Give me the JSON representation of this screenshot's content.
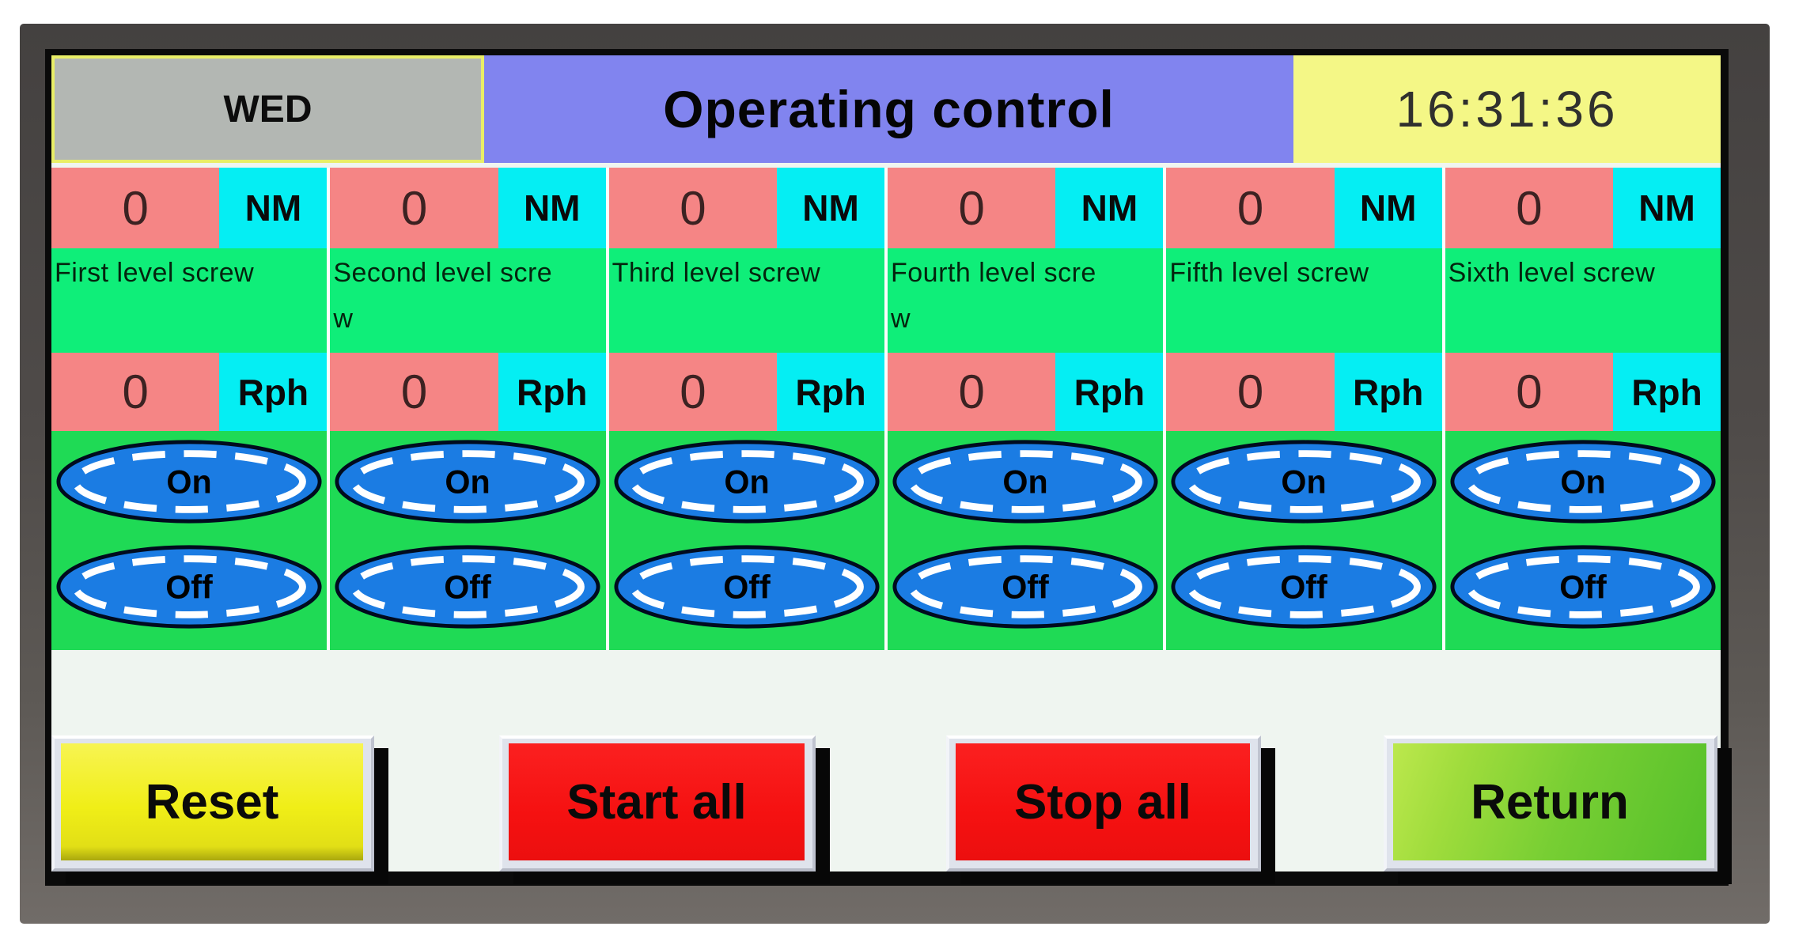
{
  "header": {
    "day": "WED",
    "title": "Operating control",
    "time": "16:31:36"
  },
  "columns": [
    {
      "label": "First level screw",
      "torque": "0",
      "torque_unit": "NM",
      "speed": "0",
      "speed_unit": "Rph",
      "on_label": "On",
      "off_label": "Off"
    },
    {
      "label": "Second level screw",
      "torque": "0",
      "torque_unit": "NM",
      "speed": "0",
      "speed_unit": "Rph",
      "on_label": "On",
      "off_label": "Off"
    },
    {
      "label": "Third level screw",
      "torque": "0",
      "torque_unit": "NM",
      "speed": "0",
      "speed_unit": "Rph",
      "on_label": "On",
      "off_label": "Off"
    },
    {
      "label": "Fourth level screw",
      "torque": "0",
      "torque_unit": "NM",
      "speed": "0",
      "speed_unit": "Rph",
      "on_label": "On",
      "off_label": "Off"
    },
    {
      "label": "Fifth level screw",
      "torque": "0",
      "torque_unit": "NM",
      "speed": "0",
      "speed_unit": "Rph",
      "on_label": "On",
      "off_label": "Off"
    },
    {
      "label": "Sixth level screw",
      "torque": "0",
      "torque_unit": "NM",
      "speed": "0",
      "speed_unit": "Rph",
      "on_label": "On",
      "off_label": "Off"
    }
  ],
  "footer": {
    "reset_label": "Reset",
    "start_all_label": "Start all",
    "stop_all_label": "Stop all",
    "return_label": "Return"
  },
  "colors": {
    "header_day_bg": "#b3b7b3",
    "header_day_border": "#e9ee67",
    "title_bg": "#8184ef",
    "time_bg": "#f4f786",
    "value_bg": "#f58585",
    "unit_bg": "#05eef3",
    "label_band_bg": "#0fee79",
    "button_band_bg": "#1fda55",
    "oval_button_blue": "#1b7ce3",
    "reset_yellow": "#f0ee17",
    "start_stop_red": "#f51111",
    "return_green": "#77ce33",
    "screen_bg": "#eff5f0",
    "bezel_gray": "#55514e"
  }
}
